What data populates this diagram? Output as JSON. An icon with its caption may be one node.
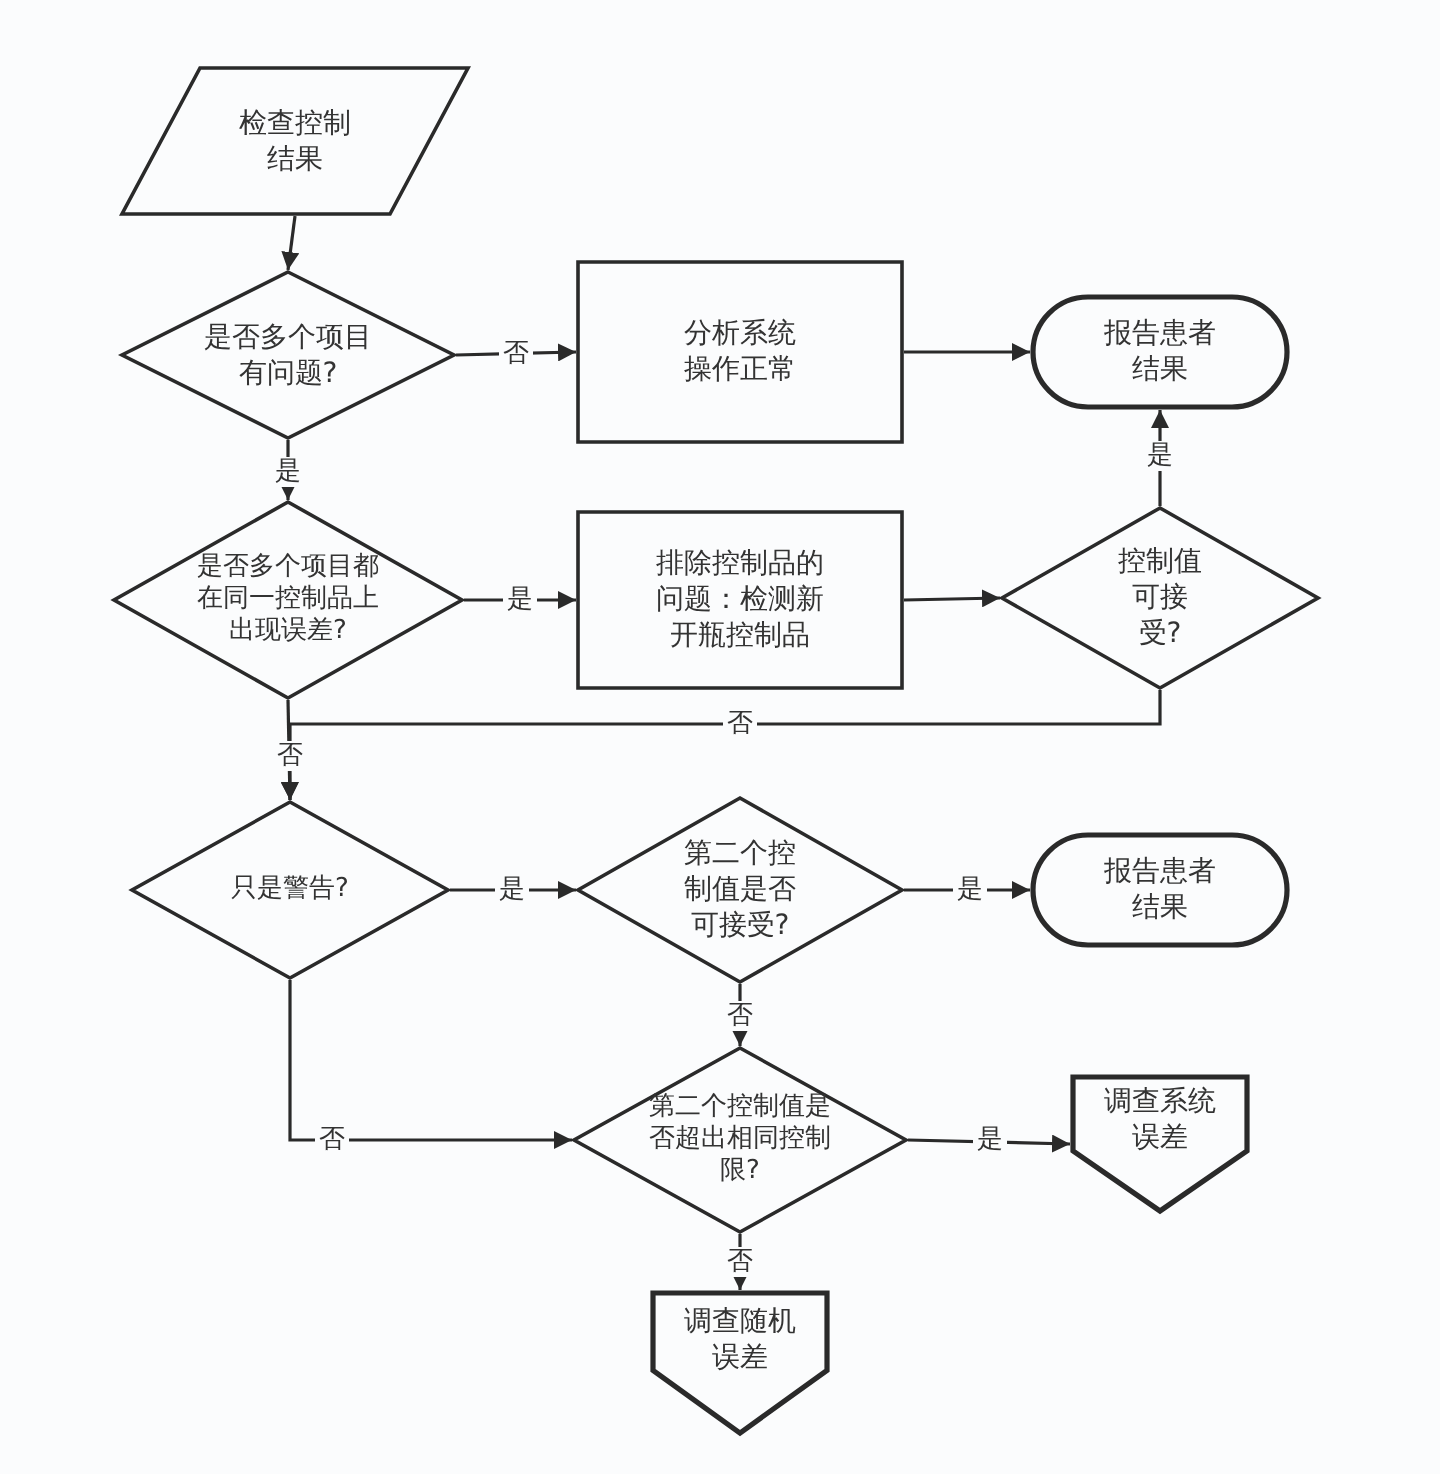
{
  "diagram": {
    "nodes": [
      {
        "text": [
          "检查控制结果"
        ]
      },
      {
        "text": [
          "是否多个项目有问题?"
        ]
      },
      {
        "text": [
          "分析系统操作正常"
        ]
      },
      {
        "text": [
          "报告患者结果"
        ]
      },
      {
        "text": [
          "是否多个项目都在同一控制品上出现误差?"
        ]
      },
      {
        "text": [
          "排除控制品的问题：检测新开瓶控制品"
        ]
      },
      {
        "text": [
          "控制值可接受?"
        ]
      },
      {
        "text": [
          "只是警告?"
        ]
      },
      {
        "text": [
          "第二个控制值是否可接受?"
        ]
      },
      {
        "text": [
          "报告患者结果"
        ]
      },
      {
        "text": [
          "第二个控制值是否超出相同控制限?"
        ]
      },
      {
        "text": [
          "调查系统误差"
        ]
      },
      {
        "text": [
          "调查随机误差"
        ]
      }
    ],
    "edges": [
      {
        "from": 0,
        "to": 1,
        "arrow": "to"
      },
      {
        "from": 1,
        "to": 2,
        "arrow": "to",
        "label": "否"
      },
      {
        "from": 2,
        "to": 3,
        "arrow": "to"
      },
      {
        "from": 1,
        "to": 4,
        "arrow": "to",
        "label": "是"
      },
      {
        "from": 4,
        "to": 5,
        "arrow": "to",
        "label": "是"
      },
      {
        "from": 5,
        "to": 6,
        "arrow": "to"
      },
      {
        "from": 6,
        "to": 3,
        "arrow": "to",
        "label": "是"
      },
      {
        "from": 6,
        "to": 7,
        "arrow": "to",
        "label": "否"
      },
      {
        "from": 4,
        "to": 7,
        "arrow": "to",
        "label": "否"
      },
      {
        "from": 7,
        "to": 8,
        "arrow": "to",
        "label": "是"
      },
      {
        "from": 8,
        "to": 9,
        "arrow": "to",
        "label": "是"
      },
      {
        "from": 8,
        "to": 10,
        "arrow": "to",
        "label": "否"
      },
      {
        "from": 7,
        "to": 10,
        "arrow": "to",
        "label": "否"
      },
      {
        "from": 10,
        "to": 11,
        "arrow": "to",
        "label": "是"
      },
      {
        "from": 10,
        "to": 12,
        "arrow": "to",
        "label": "否"
      }
    ]
  }
}
